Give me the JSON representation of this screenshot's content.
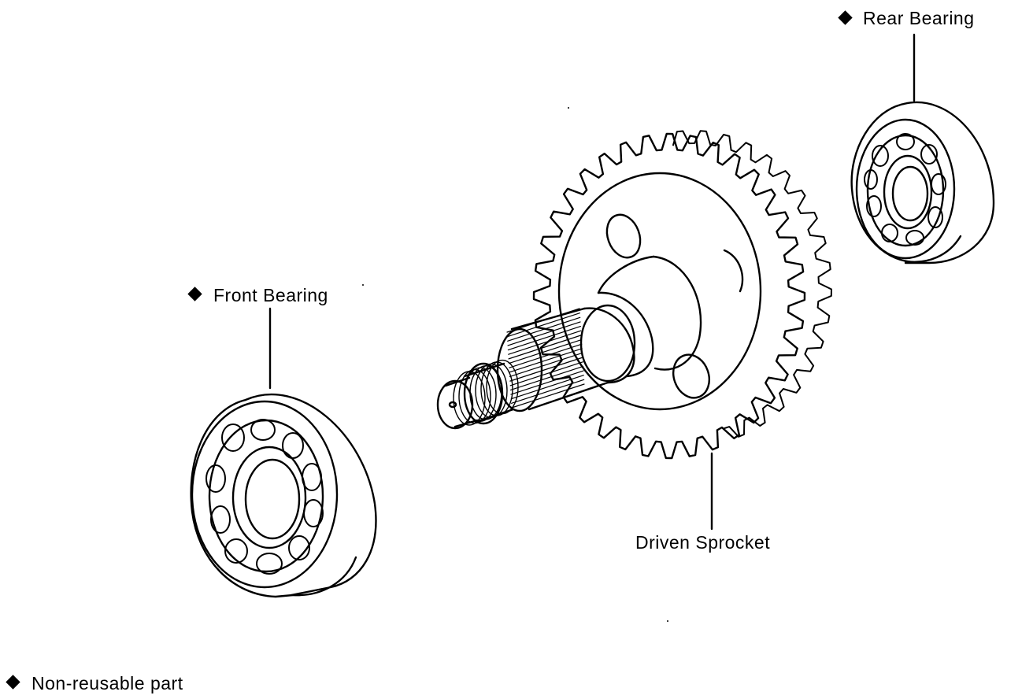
{
  "labels": {
    "rear_bearing": "Rear Bearing",
    "front_bearing": "Front Bearing",
    "driven_sprocket": "Driven Sprocket"
  },
  "legend": {
    "text": "Non-reusable part",
    "marker_icon": "diamond-icon"
  },
  "colors": {
    "ink": "#000000",
    "paper": "#ffffff"
  }
}
